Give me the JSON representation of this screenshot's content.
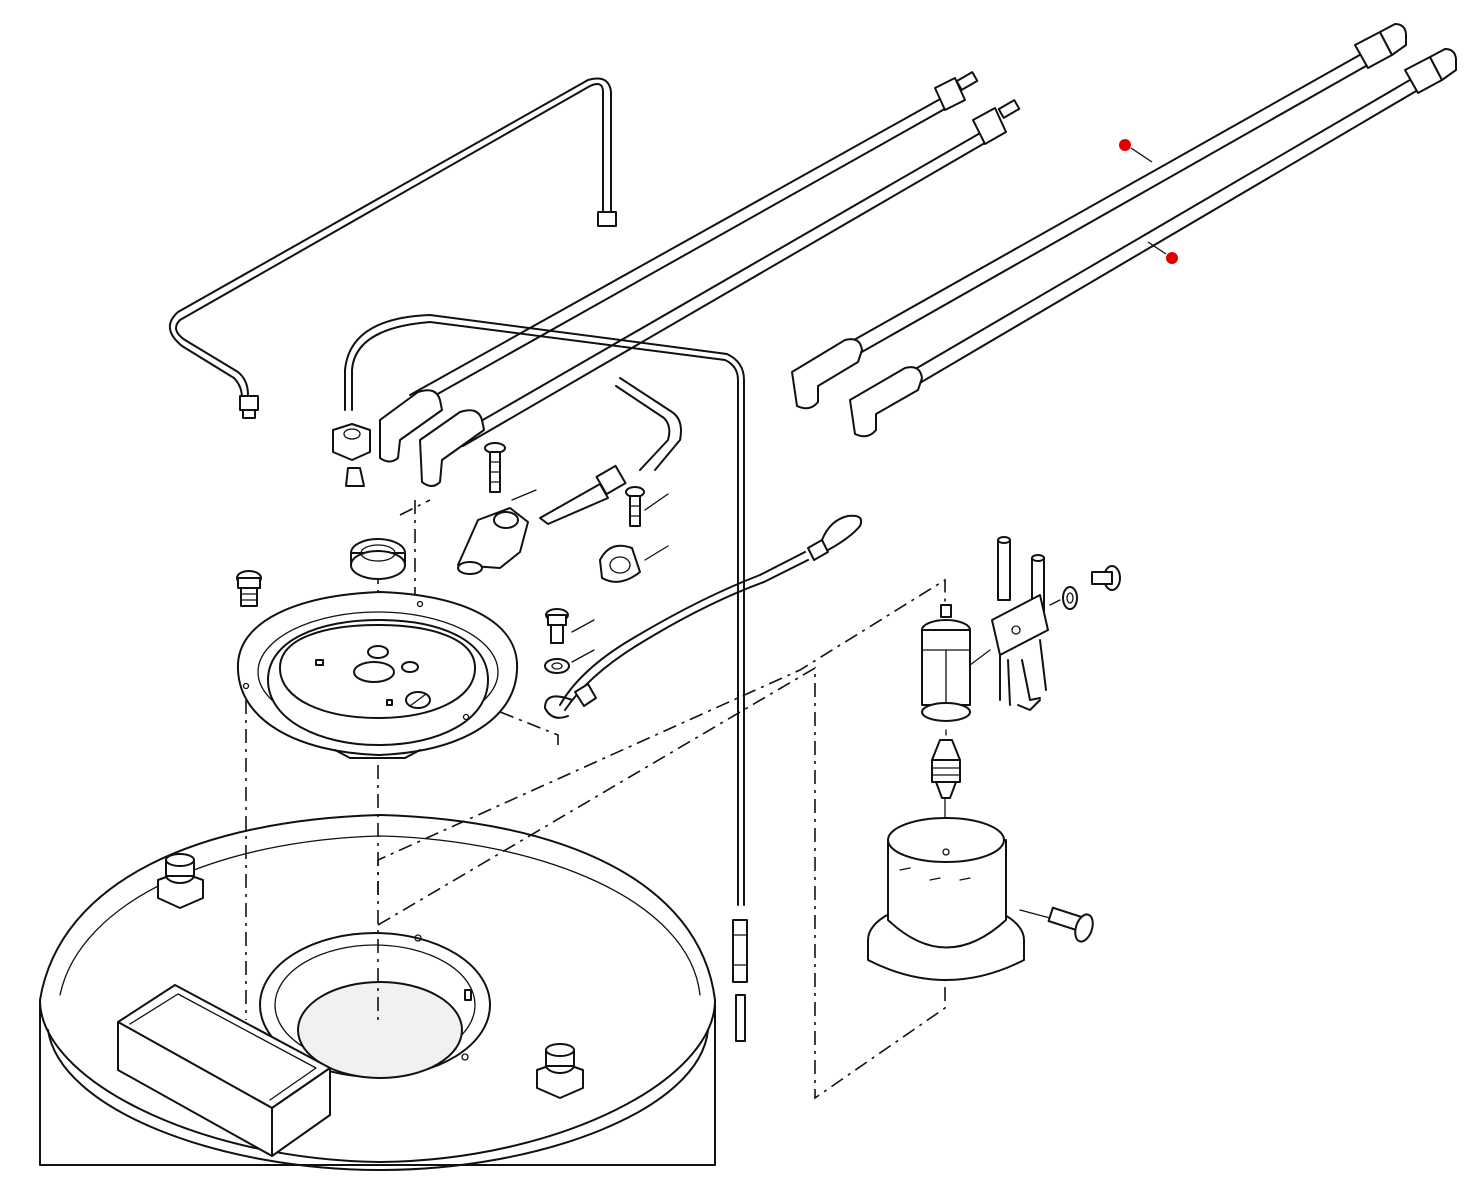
{
  "diagram": {
    "type": "exploded-parts-view",
    "hotspots": [
      {
        "id": "hotspot-1",
        "color": "#e00000"
      },
      {
        "id": "hotspot-2",
        "color": "#e00000"
      }
    ]
  }
}
